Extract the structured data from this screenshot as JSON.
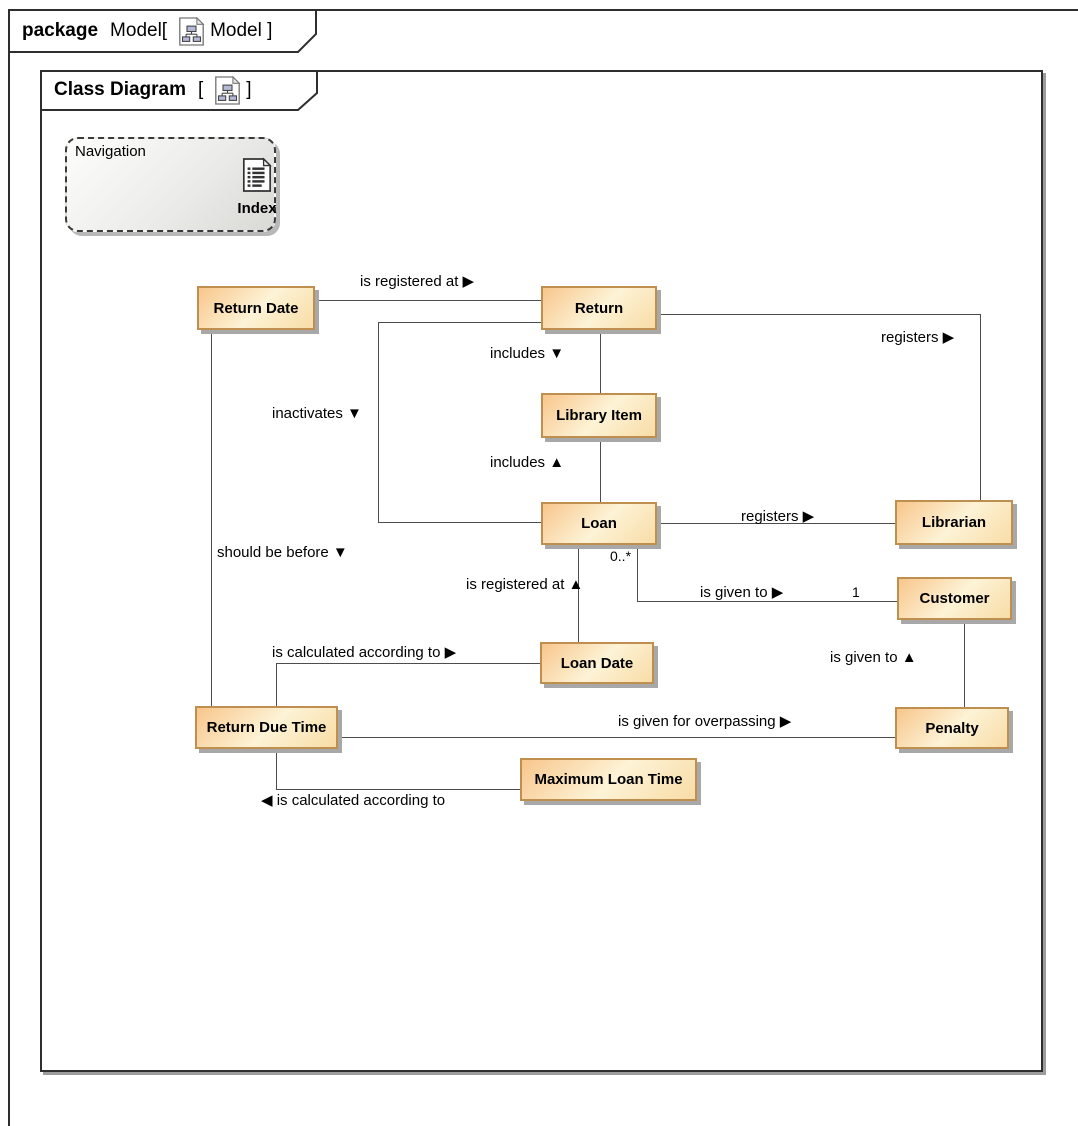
{
  "package_tab": {
    "keyword": "package",
    "name": "Model[",
    "suffix": "Model ]"
  },
  "diagram_tab": {
    "title": "Class Diagram",
    "open": "[",
    "close": "]"
  },
  "navigation": {
    "title": "Navigation",
    "index_label": "Index"
  },
  "classes": [
    {
      "label": "Return Date"
    },
    {
      "label": "Return"
    },
    {
      "label": "Library Item"
    },
    {
      "label": "Loan"
    },
    {
      "label": "Librarian"
    },
    {
      "label": "Customer"
    },
    {
      "label": "Loan Date"
    },
    {
      "label": "Return Due Time"
    },
    {
      "label": "Penalty"
    },
    {
      "label": "Maximum Loan Time"
    }
  ],
  "labels": [
    {
      "text": "is registered at ▶"
    },
    {
      "text": "includes ▼"
    },
    {
      "text": "inactivates ▼"
    },
    {
      "text": "includes ▲"
    },
    {
      "text": "registers ▶"
    },
    {
      "text": "registers ▶"
    },
    {
      "text": "should be before ▼"
    },
    {
      "text": "is registered at ▲"
    },
    {
      "text": "is given to ▶"
    },
    {
      "text": "is given to ▲"
    },
    {
      "text": "is calculated according to ▶"
    },
    {
      "text": "is given for overpassing ▶"
    },
    {
      "text": "◀ is calculated according to"
    }
  ],
  "multiplicities": [
    {
      "text": "0..*"
    },
    {
      "text": "1"
    }
  ],
  "colors": {
    "class_fill_light": "#fdf3d6",
    "class_fill_dark": "#f8c68c",
    "class_border": "#bf8f4f",
    "line": "#4d4d4d",
    "frame_border": "#2e2e2e",
    "shadow": "#a8a8a8"
  }
}
